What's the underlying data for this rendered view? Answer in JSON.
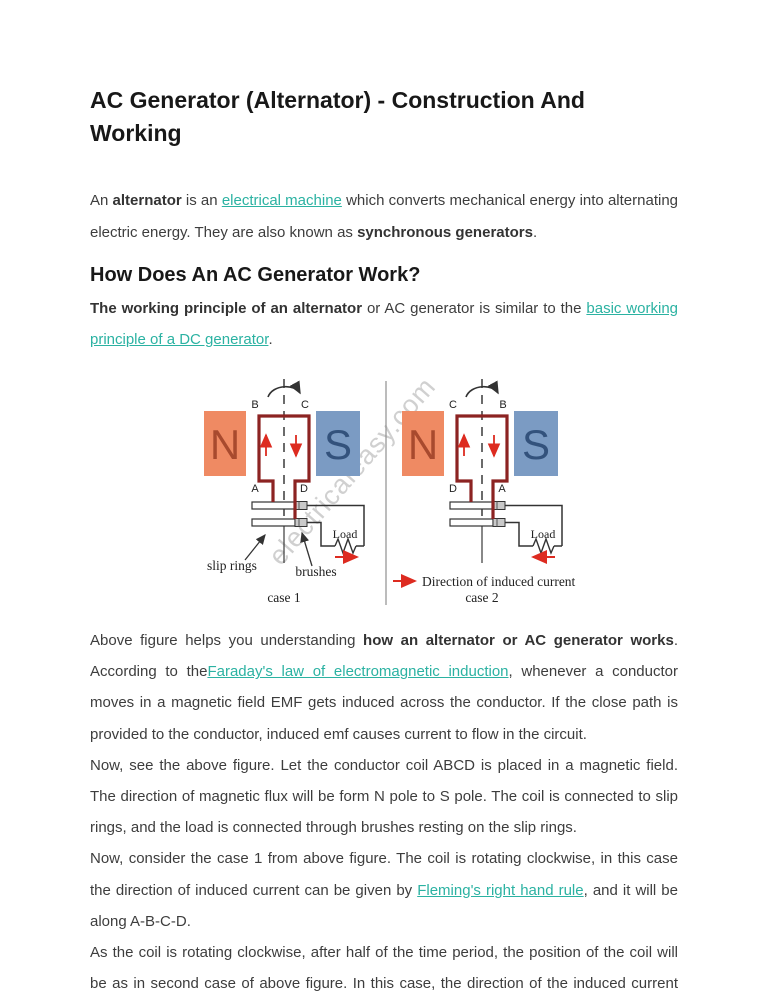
{
  "page": {
    "title": "AC Generator (Alternator) - Construction And Working"
  },
  "section": {
    "heading": "How Does An AC Generator Work?"
  },
  "paragraphs": [
    {
      "segments": [
        {
          "t": "An ",
          "s": ""
        },
        {
          "t": "alternator",
          "s": "b"
        },
        {
          "t": " is an ",
          "s": ""
        },
        {
          "t": "electrical machine",
          "s": "a"
        },
        {
          "t": " which converts mechanical energy into alternating electric energy. They are also known as ",
          "s": ""
        },
        {
          "t": "synchronous generators",
          "s": "b"
        },
        {
          "t": ".",
          "s": ""
        }
      ]
    },
    {
      "segments": [
        {
          "t": "The working principle of an alternator",
          "s": "b"
        },
        {
          "t": " or AC generator is similar to the ",
          "s": ""
        },
        {
          "t": "basic working principle of a DC generator",
          "s": "a"
        },
        {
          "t": ".",
          "s": ""
        }
      ]
    },
    {
      "segments": [
        {
          "t": "Above figure helps you understanding ",
          "s": ""
        },
        {
          "t": "how an alternator or AC generator works",
          "s": "b"
        },
        {
          "t": ". According to the",
          "s": ""
        },
        {
          "t": "Faraday's law of electromagnetic induction",
          "s": "a"
        },
        {
          "t": ", whenever a conductor moves in a magnetic field EMF gets induced across the conductor. If the close path is provided to the conductor, induced emf causes current to flow in the circuit.",
          "s": ""
        }
      ]
    },
    {
      "segments": [
        {
          "t": "Now, see the above figure. Let the conductor coil ABCD is placed in a magnetic field. The direction of magnetic flux will be form N pole to S pole. The coil is connected to slip rings, and the load is connected through brushes resting on the slip rings.",
          "s": ""
        }
      ]
    },
    {
      "segments": [
        {
          "t": "Now, consider the case 1 from above figure. The coil is rotating clockwise, in this case the direction of induced current can be given by ",
          "s": ""
        },
        {
          "t": "Fleming's right hand rule",
          "s": "a"
        },
        {
          "t": ", and it will be along A-B-C-D.",
          "s": ""
        }
      ]
    },
    {
      "segments": [
        {
          "t": "As the coil is rotating clockwise, after half of the time period, the position of the coil will be as in second case of above figure. In this case, the direction of the induced current",
          "s": ""
        }
      ]
    }
  ],
  "figure": {
    "watermark": "electricaleasy.com",
    "legend_label": "Direction of induced current",
    "labels": {
      "slip_rings": "slip rings",
      "brushes": "brushes",
      "load": "Load"
    },
    "case1": {
      "caption": "case 1",
      "north": "N",
      "south": "S",
      "corners": {
        "tl": "B",
        "tr": "C",
        "bl": "A",
        "br": "D"
      }
    },
    "case2": {
      "caption": "case 2",
      "north": "N",
      "south": "S",
      "corners": {
        "tl": "C",
        "tr": "B",
        "bl": "D",
        "br": "A"
      }
    },
    "colors": {
      "magnet_orange": "#EF8A63",
      "north_letter": "#A84A2E",
      "magnet_blue": "#7B9BC3",
      "south_letter": "#33527C",
      "coil_red": "#8C2322",
      "arrow_red": "#DD2B20",
      "ink": "#333333",
      "watermark_gray": "#C8C8C8",
      "link_teal": "#2BB2A2"
    }
  }
}
